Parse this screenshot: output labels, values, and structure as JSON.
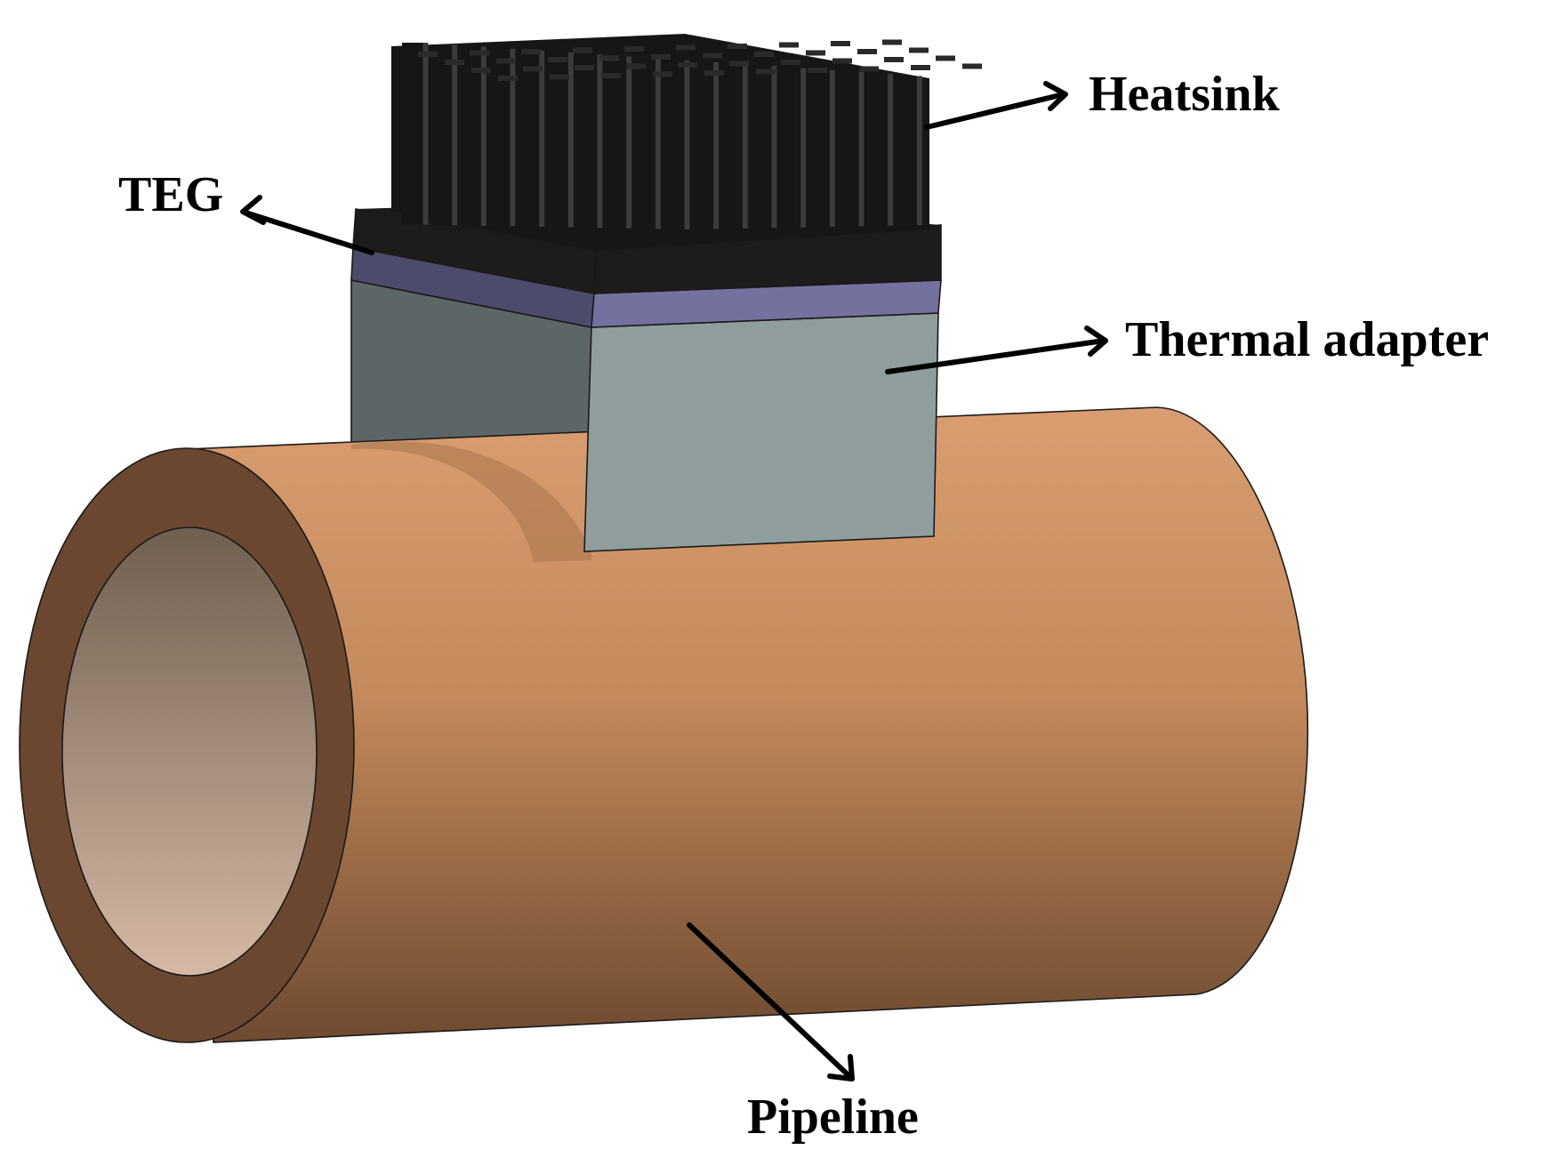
{
  "labels": {
    "heatsink": "Heatsink",
    "teg": "TEG",
    "thermal_adapter": "Thermal adapter",
    "pipeline": "Pipeline"
  },
  "colors": {
    "pipe_light": "#d99d70",
    "pipe_mid": "#c48a5c",
    "pipe_dark": "#6e4a30",
    "pipe_rim": "#6b4730",
    "pipe_bore_top": "#6f5f50",
    "pipe_bore_bottom": "#d6b9a4",
    "adapter_front": "#8f9e9c",
    "adapter_side": "#5d6667",
    "teg_front": "#74719f",
    "teg_side": "#4d4b6b",
    "heatsink_base": "#1c1c1c",
    "heatsink_fin": "#161616",
    "heatsink_fin_highlight": "#3c3c3c"
  }
}
